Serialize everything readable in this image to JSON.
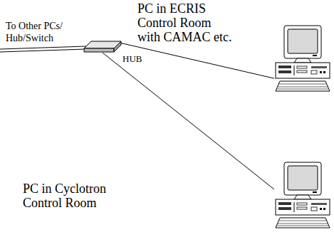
{
  "diagram": {
    "nodes": [
      {
        "text": [
          "PC in ECRIS Control Room with CAMAC etc."
        ]
      },
      {
        "text": [
          "HUB"
        ]
      },
      {
        "text": [
          "PC in Cyclotron Control Room"
        ]
      }
    ],
    "edges": [
      {
        "from": 1,
        "to": 0,
        "arrow": "none"
      },
      {
        "from": 1,
        "to": 2,
        "arrow": "none"
      }
    ],
    "labels": [
      "To Other PCs/ Hub/Switch"
    ]
  }
}
